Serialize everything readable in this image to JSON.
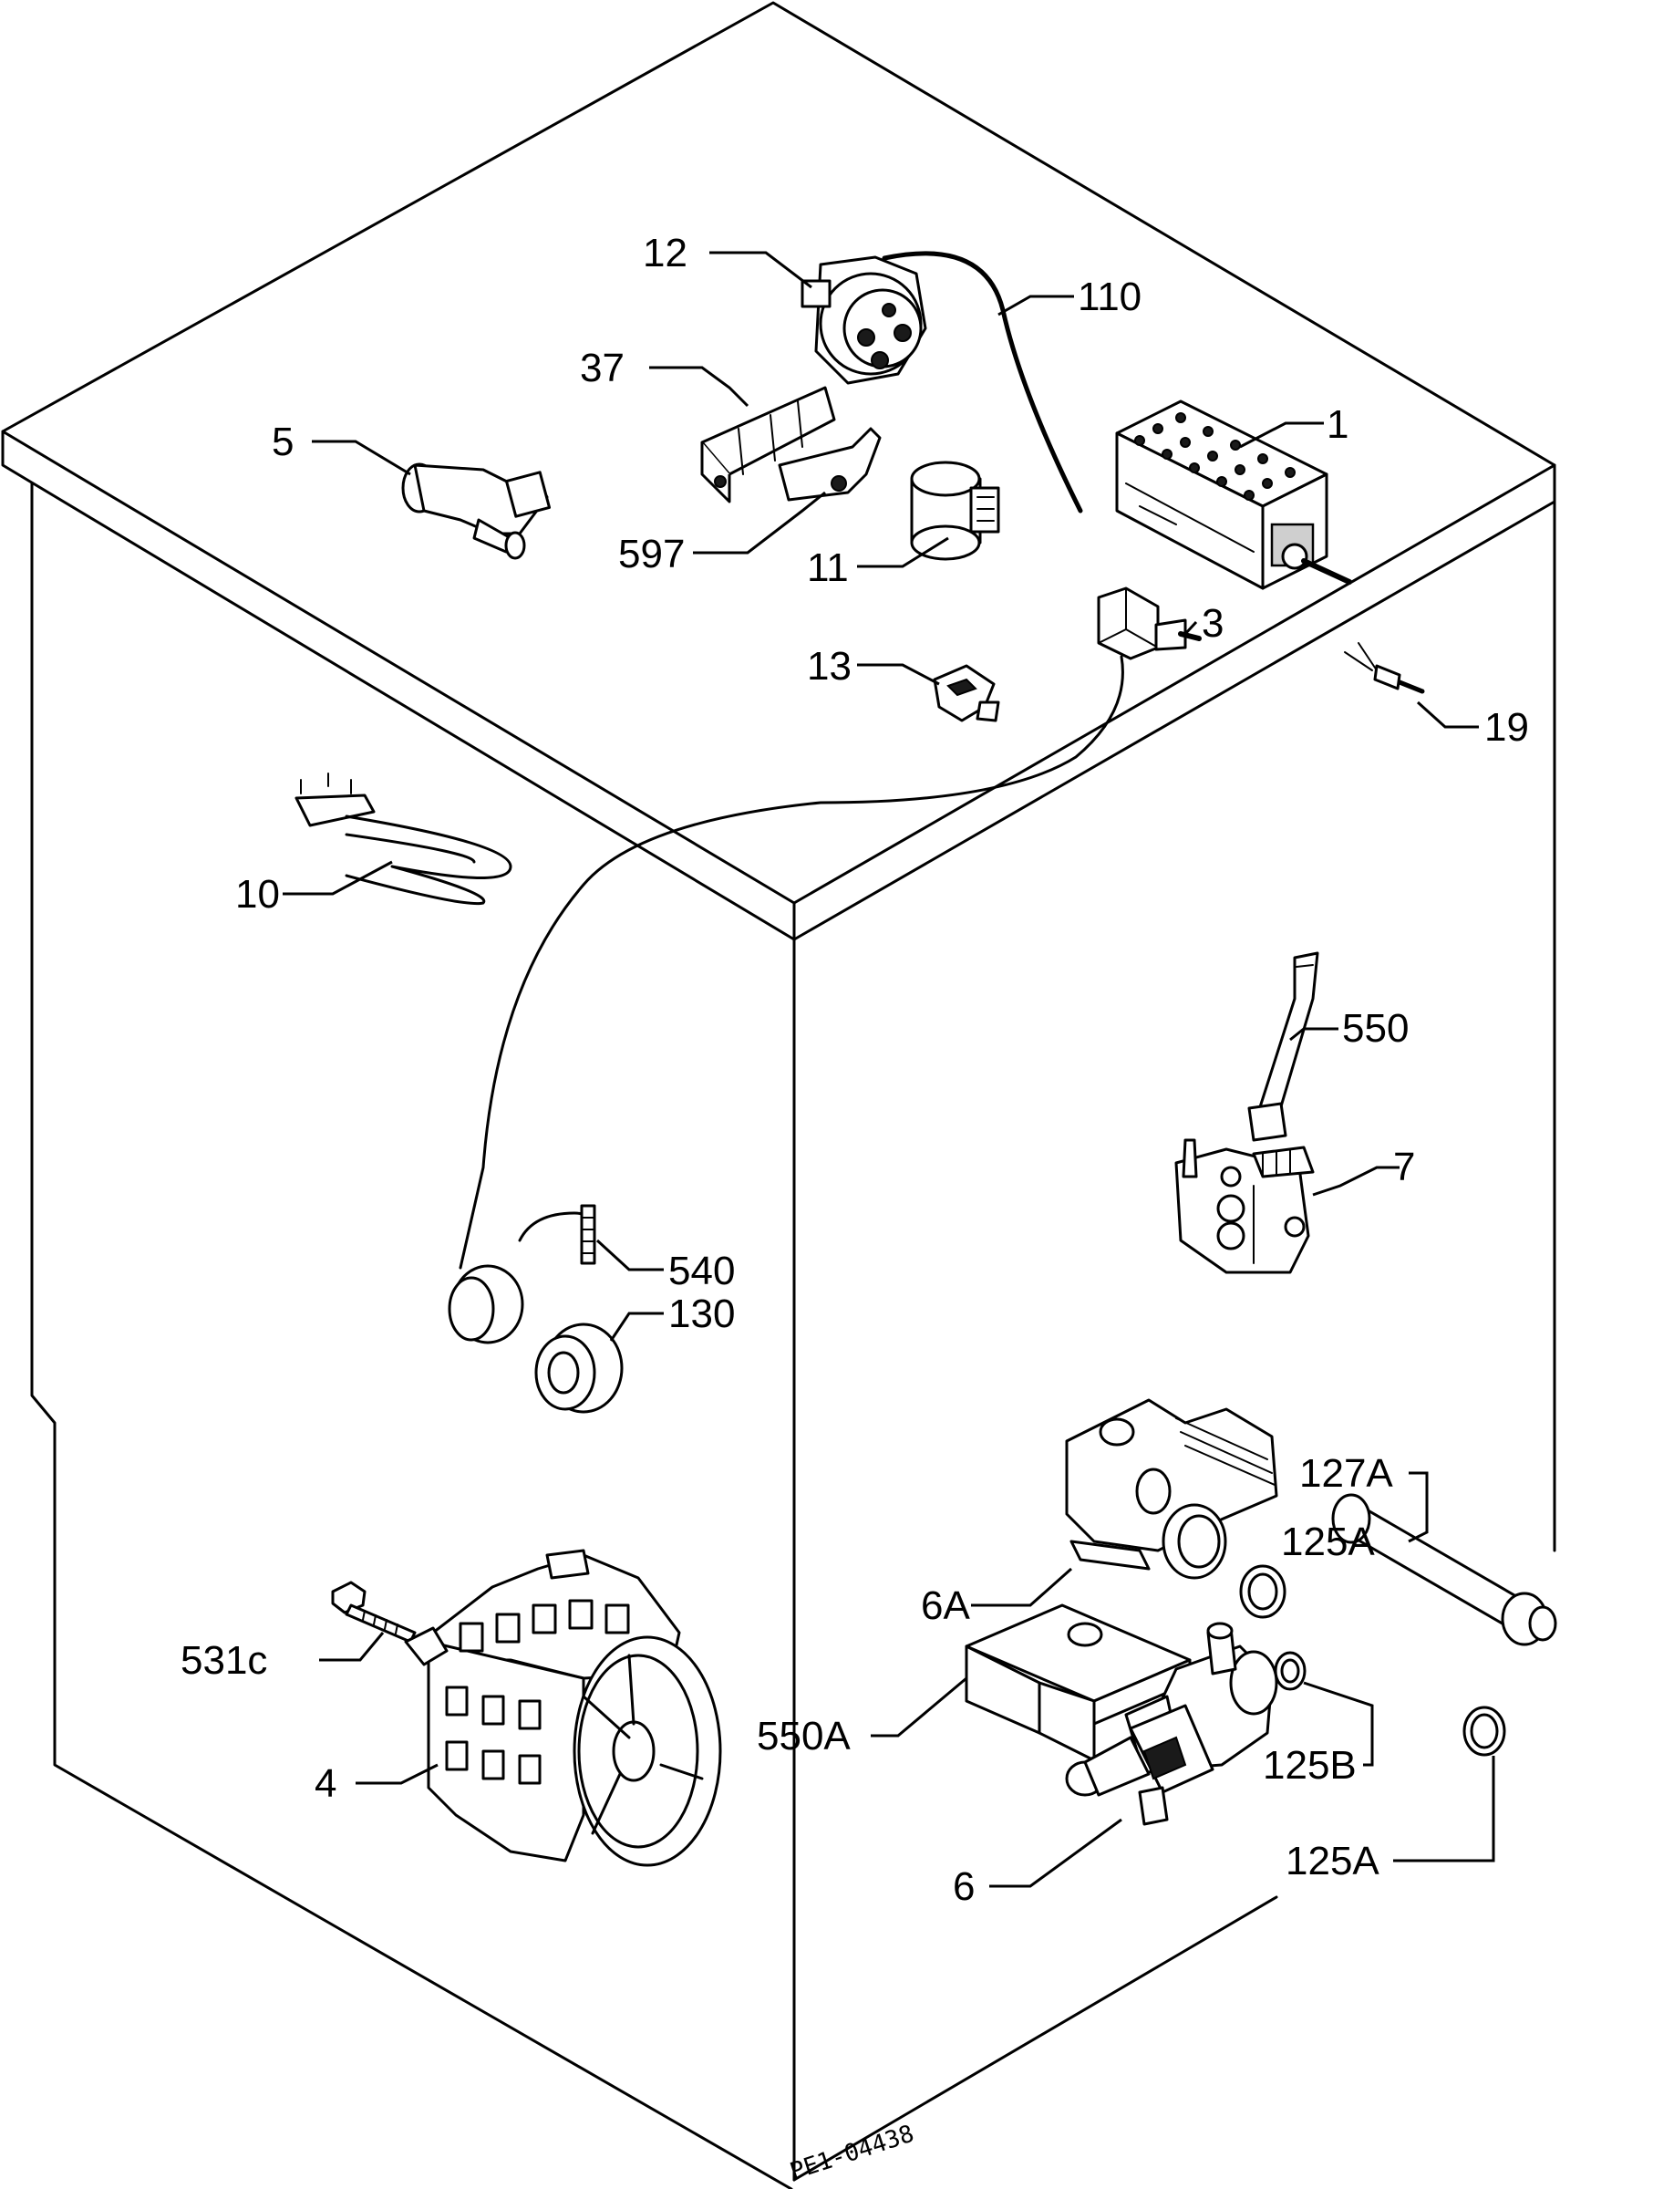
{
  "diagram": {
    "labels": {
      "p12": "12",
      "p110": "110",
      "p37": "37",
      "p5": "5",
      "p1": "1",
      "p597": "597",
      "p11": "11",
      "p3": "3",
      "p13": "13",
      "p19": "19",
      "p10": "10",
      "p550": "550",
      "p7": "7",
      "p540": "540",
      "p130": "130",
      "p127A": "127A",
      "p125A_top": "125A",
      "p6A": "6A",
      "p531c": "531c",
      "p550A": "550A",
      "p125B": "125B",
      "p4": "4",
      "p6": "6",
      "p125A_bottom": "125A"
    },
    "drawing_code": "PE1-04438"
  }
}
